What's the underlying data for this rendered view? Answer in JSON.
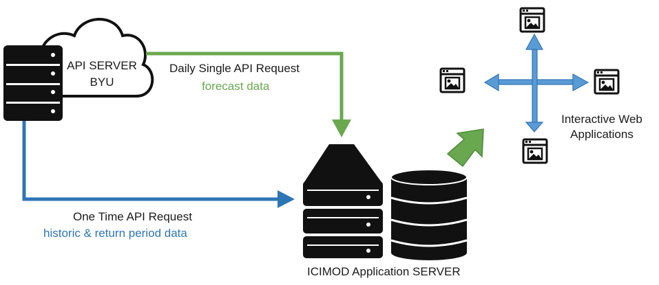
{
  "api_server": {
    "line1": "API SERVER",
    "line2": "BYU"
  },
  "daily_request": {
    "title": "Daily Single API Request",
    "subtitle": "forecast data"
  },
  "one_time_request": {
    "title": "One Time API Request",
    "subtitle": "historic & return period data"
  },
  "icimod_server": {
    "label": "ICIMOD Application  SERVER"
  },
  "web_apps": {
    "line1": "Interactive Web",
    "line2": "Applications"
  },
  "colors": {
    "green": "#6aa84f",
    "blue": "#2e75b6",
    "dark": "#1a1a1a"
  },
  "icons": [
    "server-icon",
    "cloud-icon",
    "database-icon",
    "web-app-icon"
  ]
}
